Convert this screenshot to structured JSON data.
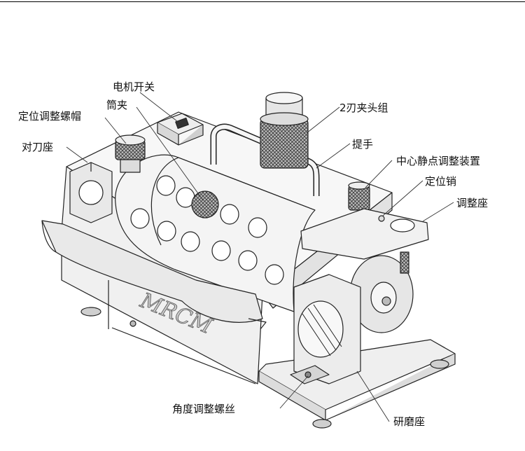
{
  "brand": "MRCM",
  "labels": {
    "motor_switch": "电机开关",
    "collet": "筒夹",
    "positioning_cap": "定位调整螺帽",
    "tool_seat": "对刀座",
    "chuck_group": "2刃夹头组",
    "handle": "提手",
    "center_adjust": "中心静点调整装置",
    "positioning_pin": "定位销",
    "adjust_seat": "调整座",
    "angle_screw": "角度调整螺丝",
    "grinding_seat": "研磨座"
  },
  "colors": {
    "outline": "#222222",
    "body_fill": "#f4f4f4",
    "shade": "#d9d9d9",
    "hole_fill": "#ffffff"
  }
}
